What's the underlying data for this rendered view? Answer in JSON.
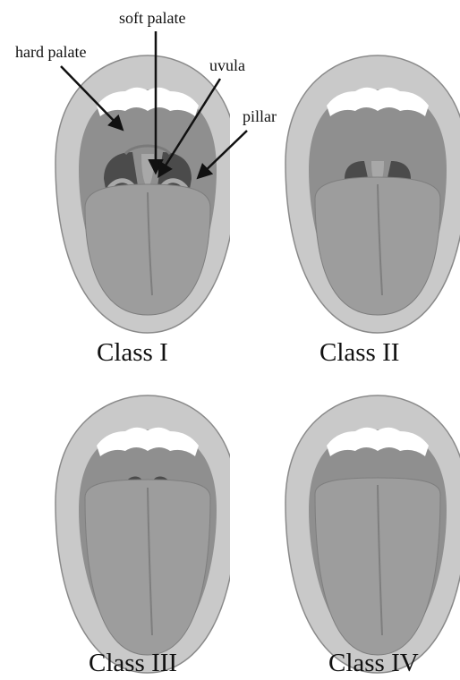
{
  "figure": {
    "panels": [
      {
        "id": "class-1",
        "label": "Class I",
        "visibility": "soft palate, uvula and pillars visible"
      },
      {
        "id": "class-2",
        "label": "Class II",
        "visibility": "soft palate and uvula visible"
      },
      {
        "id": "class-3",
        "label": "Class III",
        "visibility": "soft palate and base of uvula visible"
      },
      {
        "id": "class-4",
        "label": "Class IV",
        "visibility": "only hard palate visible"
      }
    ],
    "annotations": {
      "soft_palate": "soft palate",
      "hard_palate": "hard palate",
      "uvula": "uvula",
      "pillar": "pillar"
    }
  },
  "colors": {
    "lip": "#c9c9c9",
    "lip_outline": "#8a8a8a",
    "teeth": "#ffffff",
    "cavity": "#8f8f8f",
    "pharynx": "#4b4b4b",
    "tongue": "#9d9d9d",
    "tongue_edge": "#7e7e7e",
    "arrow": "#111111"
  }
}
